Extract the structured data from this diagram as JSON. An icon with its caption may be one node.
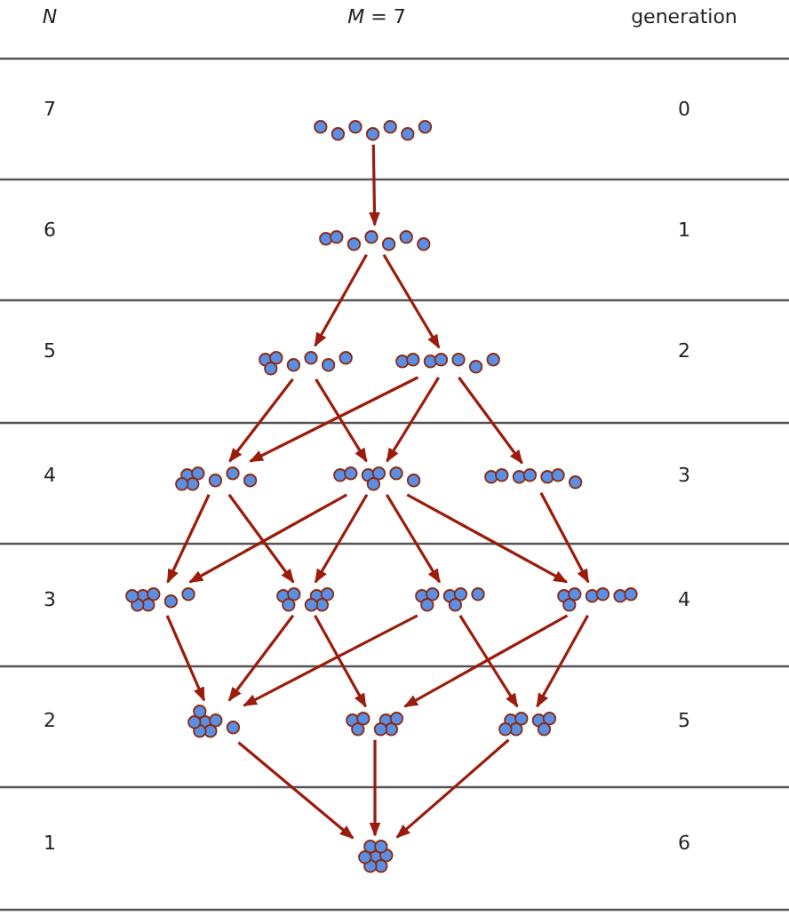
{
  "diagram": {
    "nodes": [
      {
        "text": [],
        "shape": "picture"
      },
      {
        "text": [],
        "shape": "picture"
      },
      {
        "text": [],
        "shape": "picture"
      },
      {
        "text": [],
        "shape": "picture"
      },
      {
        "text": [],
        "shape": "picture"
      },
      {
        "text": [],
        "shape": "picture"
      },
      {
        "text": [],
        "shape": "picture"
      },
      {
        "text": [],
        "shape": "picture"
      },
      {
        "text": [],
        "shape": "picture"
      },
      {
        "text": [],
        "shape": "picture"
      },
      {
        "text": [],
        "shape": "picture"
      },
      {
        "text": [],
        "shape": "picture"
      },
      {
        "text": [],
        "shape": "picture"
      },
      {
        "text": [],
        "shape": "picture"
      },
      {
        "text": [],
        "shape": "picture"
      }
    ],
    "edges": [
      {
        "from": 0,
        "to": 1,
        "arrow": "to"
      },
      {
        "from": 1,
        "to": 2,
        "arrow": "to"
      },
      {
        "from": 1,
        "to": 3,
        "arrow": "to"
      },
      {
        "from": 2,
        "to": 4,
        "arrow": "to"
      },
      {
        "from": 2,
        "to": 5,
        "arrow": "to"
      },
      {
        "from": 3,
        "to": 4,
        "arrow": "to"
      },
      {
        "from": 3,
        "to": 5,
        "arrow": "to"
      },
      {
        "from": 3,
        "to": 6,
        "arrow": "to"
      },
      {
        "from": 4,
        "to": 7,
        "arrow": "to"
      },
      {
        "from": 4,
        "to": 8,
        "arrow": "to"
      },
      {
        "from": 5,
        "to": 7,
        "arrow": "to"
      },
      {
        "from": 5,
        "to": 8,
        "arrow": "to"
      },
      {
        "from": 5,
        "to": 9,
        "arrow": "to"
      },
      {
        "from": 5,
        "to": 10,
        "arrow": "to"
      },
      {
        "from": 6,
        "to": 10,
        "arrow": "to"
      },
      {
        "from": 7,
        "to": 11,
        "arrow": "to"
      },
      {
        "from": 8,
        "to": 11,
        "arrow": "to"
      },
      {
        "from": 8,
        "to": 12,
        "arrow": "to"
      },
      {
        "from": 9,
        "to": 11,
        "arrow": "to"
      },
      {
        "from": 9,
        "to": 13,
        "arrow": "to"
      },
      {
        "from": 10,
        "to": 12,
        "arrow": "to"
      },
      {
        "from": 10,
        "to": 13,
        "arrow": "to"
      },
      {
        "from": 11,
        "to": 14,
        "arrow": "to"
      },
      {
        "from": 12,
        "to": 14,
        "arrow": "to"
      },
      {
        "from": 13,
        "to": 14,
        "arrow": "to"
      }
    ],
    "labels": [
      "N",
      "*M* = 7",
      "generation",
      "7",
      "0",
      "6",
      "1",
      "5",
      "2",
      "4",
      "3",
      "3",
      "4",
      "2",
      "5",
      "1",
      "6"
    ]
  }
}
